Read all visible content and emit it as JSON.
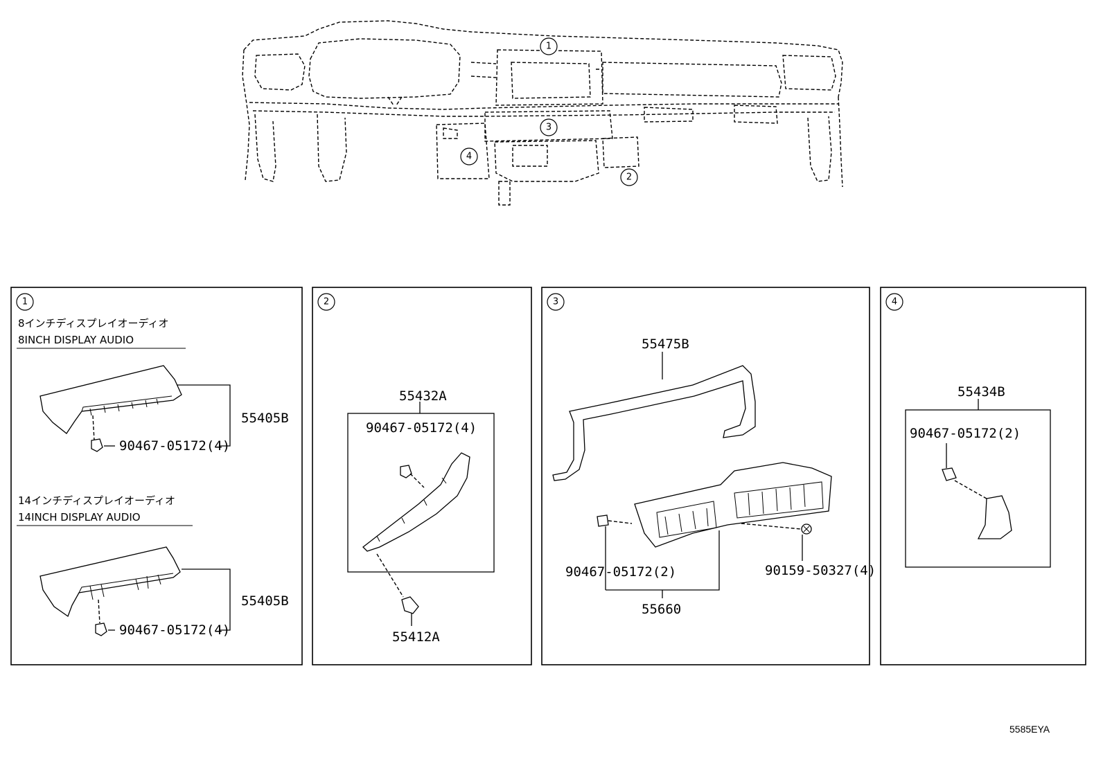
{
  "overview": {
    "callouts": [
      "1",
      "2",
      "3",
      "4"
    ]
  },
  "panels": [
    {
      "number": "1",
      "variants": [
        {
          "label_jp": "8インチディスプレイオーディオ",
          "label_en": "8INCH DISPLAY AUDIO",
          "part_main": "55405B",
          "part_clip": "90467-05172(4)"
        },
        {
          "label_jp": "14インチディスプレイオーディオ",
          "label_en": "14INCH DISPLAY AUDIO",
          "part_main": "55405B",
          "part_clip": "90467-05172(4)"
        }
      ]
    },
    {
      "number": "2",
      "part_main": "55432A",
      "part_clip": "90467-05172(4)",
      "part_fastener": "55412A"
    },
    {
      "number": "3",
      "part_bezel": "55475B",
      "part_clip": "90467-05172(2)",
      "part_screw": "90159-50327(4)",
      "part_vent": "55660"
    },
    {
      "number": "4",
      "part_main": "55434B",
      "part_clip": "90467-05172(2)"
    }
  ],
  "figure_code": "5585EYA"
}
